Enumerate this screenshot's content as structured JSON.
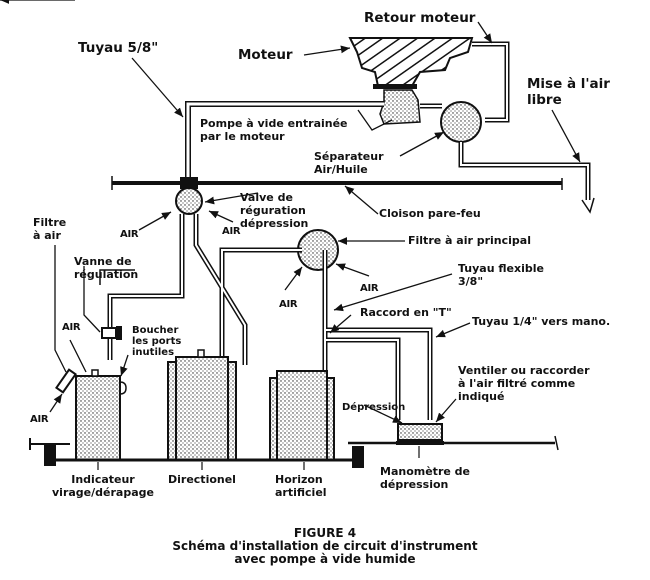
{
  "figure": {
    "number": "FIGURE 4",
    "caption_line1": "Schéma d'installation de circuit d'instrument",
    "caption_line2": "avec pompe à vide humide"
  },
  "labels": {
    "tuyau_58": "Tuyau 5/8\"",
    "moteur": "Moteur",
    "retour_moteur": "Retour moteur",
    "mise_air_libre_1": "Mise à l'air",
    "mise_air_libre_2": "libre",
    "pompe_1": "Pompe à vide entrainée",
    "pompe_2": "par le moteur",
    "separateur_1": "Séparateur",
    "separateur_2": "Air/Huile",
    "cloison": "Cloison pare-feu",
    "valve_1": "Valve de",
    "valve_2": "réguration",
    "valve_3": "dépression",
    "filtre_principal": "Filtre à air principal",
    "tuyau_flex_1": "Tuyau flexible",
    "tuyau_flex_2": "3/8\"",
    "raccord_t": "Raccord en \"T\"",
    "tuyau_14": "Tuyau 1/4\" vers mano.",
    "ventiler_1": "Ventiler ou raccorder",
    "ventiler_2": "à l'air filtré comme",
    "ventiler_3": "indiqué",
    "filtre_air_1": "Filtre",
    "filtre_air_2": "à air",
    "vanne_1": "Vanne de",
    "vanne_2": "régulation",
    "boucher_1": "Boucher",
    "boucher_2": "les ports",
    "boucher_3": "inutiles",
    "depression_small": "Dépression",
    "air": "AIR",
    "indicateur_1": "Indicateur",
    "indicateur_2": "virage/dérapage",
    "directionel": "Directionel",
    "horizon_1": "Horizon",
    "horizon_2": "artificiel",
    "manometre_1": "Manomètre de",
    "manometre_2": "dépression"
  },
  "colors": {
    "ink": "#111111",
    "stipple": "#d8d8d8",
    "paper": "#ffffff"
  }
}
